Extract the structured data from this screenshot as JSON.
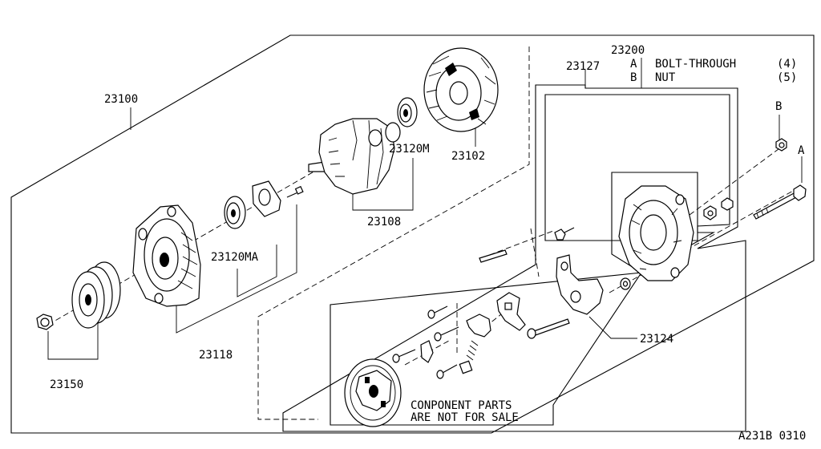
{
  "callouts": {
    "c23100": "23100",
    "c23200": "23200",
    "c23127": "23127",
    "c23102": "23102",
    "c23120m": "23120M",
    "c23108": "23108",
    "c23120ma": "23120MA",
    "c23118": "23118",
    "c23150": "23150",
    "c23124": "23124"
  },
  "legend": {
    "row_a": {
      "key": "A",
      "text": "BOLT-THROUGH",
      "qty": "(4)"
    },
    "row_b": {
      "key": "B",
      "text": "NUT",
      "qty": "(5)"
    }
  },
  "markers": {
    "a": "A",
    "b": "B"
  },
  "notice": {
    "line1": "CONPONENT PARTS",
    "line2": "ARE NOT FOR SALE"
  },
  "figure_code": "A231B 0310"
}
